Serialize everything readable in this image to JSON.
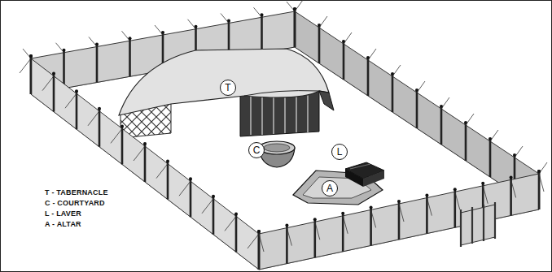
{
  "diagram": {
    "nodes": [
      {
        "text": [
          "T"
        ]
      },
      {
        "text": [
          "C"
        ]
      },
      {
        "text": [
          "L"
        ]
      },
      {
        "text": [
          "A"
        ]
      }
    ],
    "legend": [
      {
        "text": "T - TABERNACLE"
      },
      {
        "text": "C - COURTYARD"
      },
      {
        "text": "L - LAVER"
      },
      {
        "text": "A - ALTAR"
      }
    ]
  }
}
